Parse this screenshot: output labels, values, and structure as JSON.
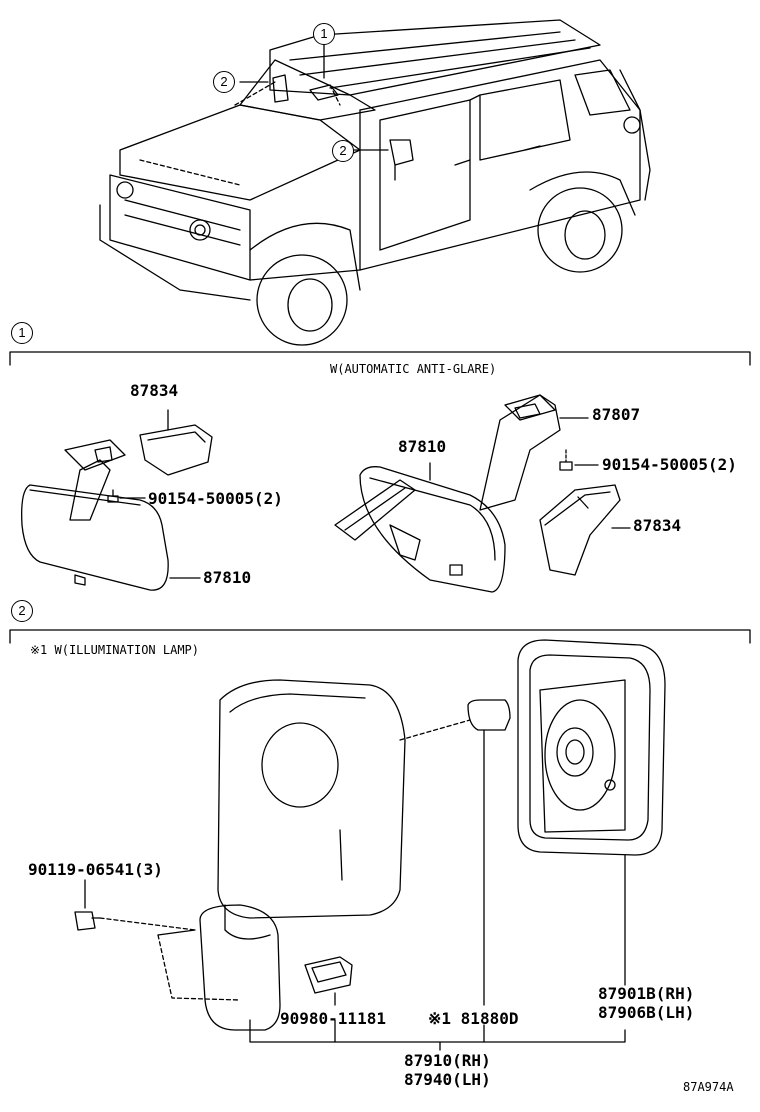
{
  "callouts": {
    "one": "1",
    "two": "2"
  },
  "section1": {
    "header_num": "1",
    "variant_label": "W(AUTOMATIC ANTI-GLARE)",
    "left": {
      "cover_part": "87834",
      "screw_part": "90154-50005(2)",
      "mirror_part": "87810"
    },
    "right": {
      "mirror_part": "87810",
      "bracket_part": "87807",
      "screw_part": "90154-50005(2)",
      "cover_part": "87834"
    }
  },
  "section2": {
    "header_num": "2",
    "variant_label": "※1 W(ILLUMINATION LAMP)",
    "screw_part": "90119-06541(3)",
    "connector_part": "90980-11181",
    "bulb_part": "※1 81880D",
    "mirror_rh": "87901B(RH)",
    "mirror_lh": "87906B(LH)",
    "assy_rh": "87910(RH)",
    "assy_lh": "87940(LH)"
  },
  "figure_id": "87A974A"
}
